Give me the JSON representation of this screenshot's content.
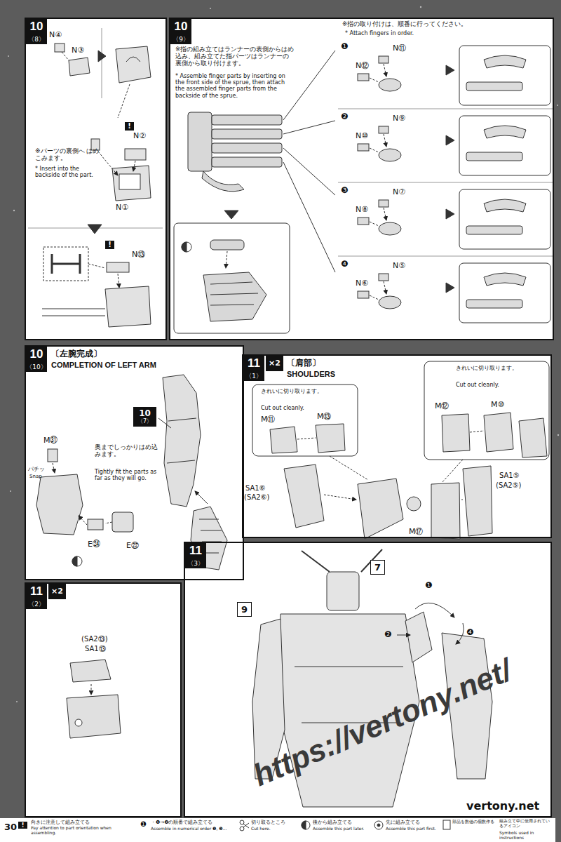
{
  "diagram": {
    "nodes": [
      {
        "text": [
          "10",
          "〈8〉"
        ]
      },
      {
        "text": [
          "10",
          "〈9〉"
        ]
      },
      {
        "text": [
          "10",
          "〔左腕完成〕",
          "〈10〉",
          "COMPLETION OF LEFT ARM"
        ]
      },
      {
        "text": [
          "10",
          "〈7〉"
        ],
        "in": 2
      },
      {
        "text": [
          "11",
          "×2",
          "〔肩部〕",
          "〈1〉",
          "SHOULDERS"
        ]
      },
      {
        "text": [
          "11",
          "×2",
          "〈2〉"
        ]
      },
      {
        "text": [
          "11",
          "〈3〉"
        ]
      },
      {
        "text": [
          "7"
        ],
        "in": 6
      },
      {
        "text": [
          "9"
        ],
        "in": 6
      }
    ],
    "labels": [
      "N④",
      "N③",
      "※パーツの裏側へ はめこみます。",
      "* Insert into the backside of the part.",
      "!",
      "N②",
      "N①",
      "!",
      "N⑬",
      "※指の組み立てはランナーの表側からはめ込み、組み立てた指パーツはランナーの裏側から取り付けます。",
      "* Assemble finger parts by inserting on the front side of the sprue, then attach the assembled finger parts from the backside of the sprue.",
      "※指の取り付けは、順番に行ってください。",
      "* Attach fingers in order.",
      "❶",
      "N⑪",
      "N⑫",
      "❷",
      "N⑨",
      "N⑩",
      "❸",
      "N⑦",
      "N⑧",
      "❹",
      "N⑤",
      "N⑥",
      "M㉛",
      "パチッ",
      "Snap",
      "奥までしっかりはめ込みます。",
      "Tightly fit the parts as far as they will go.",
      "E㉔",
      "E㉒",
      "きれいに切り取ります。",
      "Cut out cleanly.",
      "M⑪",
      "M⑬",
      "SA1⑥",
      "(SA2⑥)",
      "きれいに切り取ります。",
      "Cut out cleanly.",
      "M⑫",
      "M⑩",
      "SA1⑤",
      "(SA2⑤)",
      "M⑰",
      "(SA2⑬)",
      "SA1⑬",
      "❶",
      "❷",
      "❹",
      "https://vertony.net/",
      "30",
      "!",
      "向きに注意して組み立てる",
      "Pay attention to part orientation when assembling.",
      "❶",
      "・❶→❷の順番で組み立てる",
      "Assemble in numerical order ❶, ❷...",
      "切り取るところ",
      "Cut here.",
      "後から組み立てる",
      "Assemble this part later.",
      "先に組み立てる",
      "Assemble this part first.",
      "部品を数値の個数作る",
      "組み立て中に使用されているアイコン",
      "Symbols used in instructions",
      "vertony.net"
    ]
  }
}
